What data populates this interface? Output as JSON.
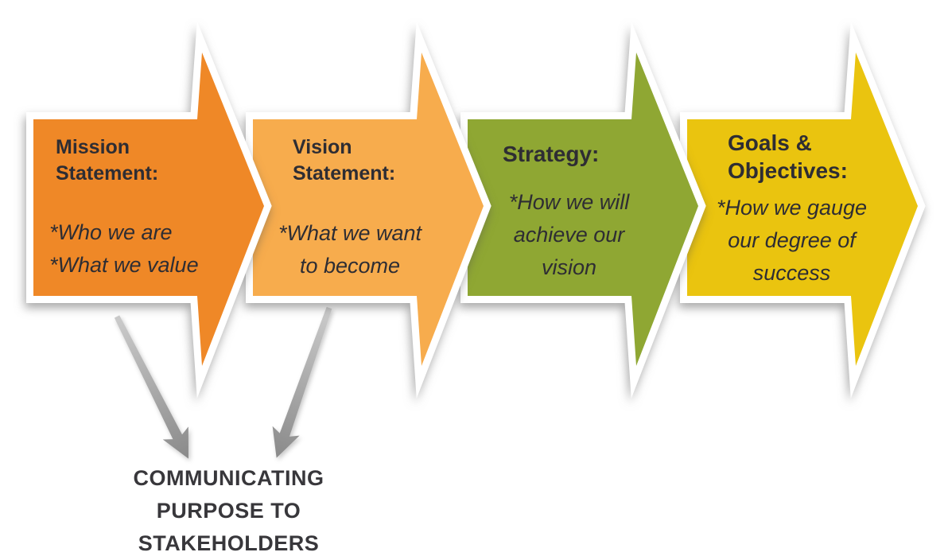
{
  "background_color": "#FFFFFF",
  "flow": {
    "outline_color": "#FFFFFF",
    "text_color": "#2E2D33",
    "arrows": [
      {
        "id": "mission-statement",
        "fill": "#EF8827",
        "heading_lines": [
          "Mission",
          "Statement:"
        ],
        "detail_lines": [
          "*Who we are",
          "*What we value"
        ]
      },
      {
        "id": "vision-statement",
        "fill": "#F7AC4D",
        "heading_lines": [
          "Vision",
          "Statement:"
        ],
        "detail_lines": [
          "*What we want",
          "to become"
        ]
      },
      {
        "id": "strategy",
        "fill": "#8FA733",
        "heading_lines": [
          "Strategy:"
        ],
        "detail_lines": [
          "*How we will",
          "achieve our",
          "vision"
        ]
      },
      {
        "id": "goals-objectives",
        "fill": "#EAC40F",
        "heading_lines": [
          "Goals &",
          "Objectives:"
        ],
        "detail_lines": [
          "*How we gauge",
          "our degree of",
          "success"
        ]
      }
    ]
  },
  "callout": {
    "caption_lines": [
      "COMMUNICATING",
      "PURPOSE TO",
      "STAKEHOLDERS"
    ],
    "caption_color": "#38373B",
    "arrow_gradient": {
      "from": "#CBCBCB",
      "to": "#8A8A8A"
    }
  }
}
